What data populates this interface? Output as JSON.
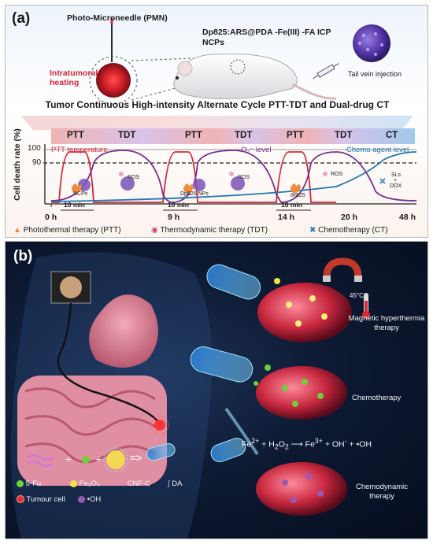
{
  "panel_a": {
    "label": "(a)",
    "pmn_label": "Photo-Microneedle (PMN)",
    "heating_label": "Intratumoral heating",
    "ncps_label": "Dp825:ARS@PDA -Fe(III) -FA ICP NCPs",
    "injection_label": "Tail vein injection",
    "title": "Tumor Continuous High-intensity Alternate Cycle PTT-TDT and Dual-drug CT",
    "phases": [
      "PTT",
      "TDT",
      "PTT",
      "TDT",
      "PTT",
      "TDT",
      "CT"
    ],
    "y_axis_label": "Cell death rate (%)",
    "y_ticks": [
      "100",
      "90"
    ],
    "ptt_temperature_label": "PTT temperature",
    "o2_level_label": "·O₂⁻ level",
    "chemo_level_label": "Chemo agent level",
    "annotations": [
      "NCPs",
      "ROS",
      "Dp825 NPs",
      "ROS",
      "IR825",
      "ROS",
      "SLs",
      "+",
      "DOX"
    ],
    "duration_labels": [
      "10 min",
      "10 min",
      "10 min"
    ],
    "time_ticks": [
      "0 h",
      "9 h",
      "14 h",
      "20 h",
      "48 h"
    ],
    "legend": [
      {
        "name": "Photothermal therapy (PTT)",
        "icon": "flame-icon"
      },
      {
        "name": "Thermodynamic therapy (TDT)",
        "icon": "radical-icon"
      },
      {
        "name": "Chemotherapy (CT)",
        "icon": "drug-icon"
      }
    ],
    "colors": {
      "ptt": "#d6283a",
      "tdt": "#7b2f91",
      "ct": "#1f78b4"
    }
  },
  "panel_b": {
    "label": "(b)",
    "temperature": "45°C",
    "therapies": [
      "Magnetic hyperthermia therapy",
      "Chemotherapy",
      "Chemodynamic therapy"
    ],
    "reaction": {
      "reactant1": "Fe",
      "reactant1_sup": "2+",
      "plus1": "+",
      "reactant2": "H",
      "reactant2_sub1": "2",
      "reactant2_mid": "O",
      "reactant2_sub2": "2",
      "product1": "Fe",
      "product1_sup": "3+",
      "plus2": "+",
      "product2": "OH",
      "product2_sup": "-",
      "plus3": "+",
      "product3": "•OH"
    },
    "assembly": {
      "plus1": "+",
      "plus2": "+",
      "arrow": "=>"
    },
    "legend": [
      {
        "name": "5-Fu",
        "icon": "5fu-icon",
        "color": "#6fcf3f"
      },
      {
        "name": "Fe₃O₄",
        "icon": "fe3o4-icon",
        "color": "#f5e04a"
      },
      {
        "name": "CNF-C",
        "icon": "cnf-icon",
        "color": "#d873d8"
      },
      {
        "name": "DA",
        "icon": "da-icon",
        "color": "#b8c4d8"
      },
      {
        "name": "Tumour cell",
        "icon": "tumour-cell-icon",
        "color": "#e23030"
      },
      {
        "name": "•OH",
        "icon": "oh-radical-icon",
        "color": "#9b59b6"
      }
    ]
  }
}
